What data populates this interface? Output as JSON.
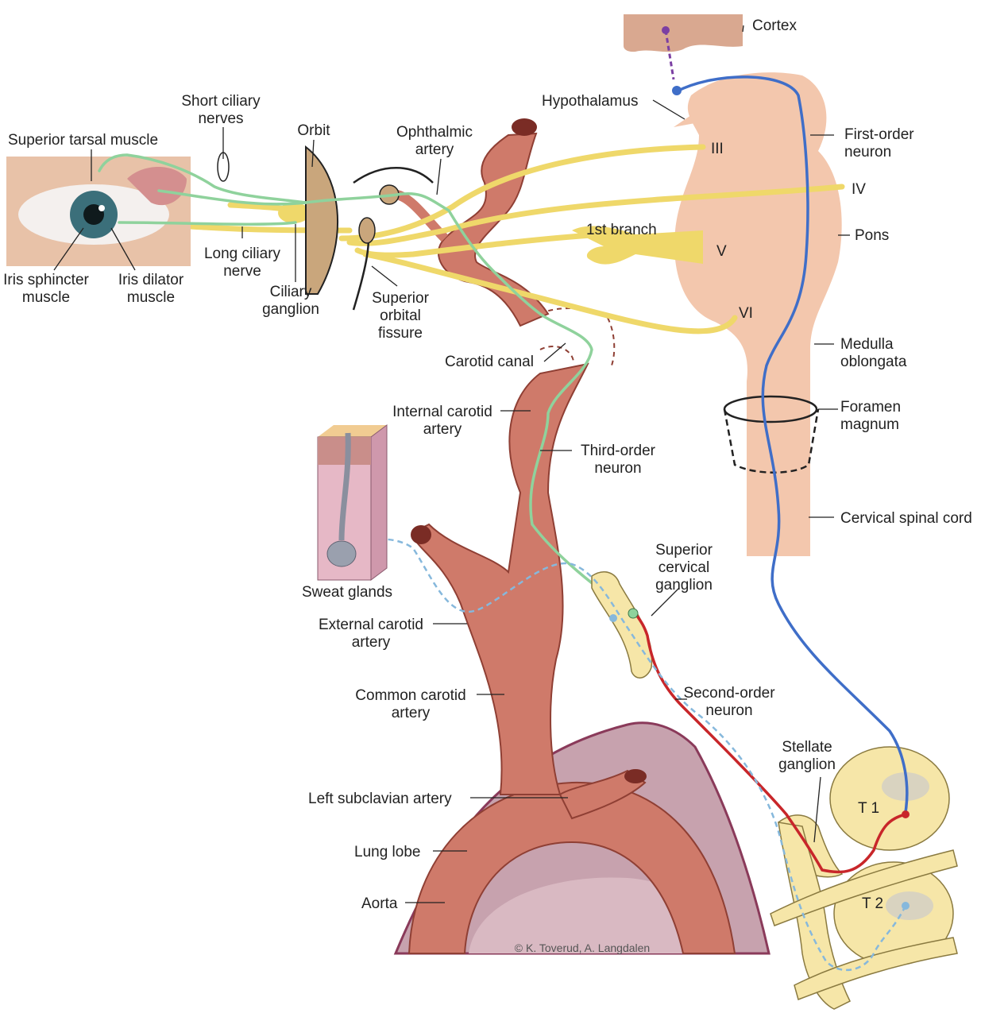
{
  "labels": {
    "cortex": "Cortex",
    "hypothalamus": "Hypothalamus",
    "short_ciliary_1": "Short ciliary",
    "short_ciliary_2": "nerves",
    "orbit": "Orbit",
    "superior_tarsal": "Superior tarsal muscle",
    "ophthalmic_1": "Ophthalmic",
    "ophthalmic_2": "artery",
    "first_order_1": "First-order",
    "first_order_2": "neuron",
    "nerve_iii": "III",
    "nerve_iv": "IV",
    "nerve_v": "V",
    "nerve_vi": "VI",
    "first_branch": "1st branch",
    "pons": "Pons",
    "long_ciliary_1": "Long ciliary",
    "long_ciliary_2": "nerve",
    "iris_sphincter_1": "Iris sphincter",
    "iris_sphincter_2": "muscle",
    "iris_dilator_1": "Iris dilator",
    "iris_dilator_2": "muscle",
    "ciliary_ganglion_1": "Ciliary",
    "ciliary_ganglion_2": "ganglion",
    "sup_orbital_1": "Superior",
    "sup_orbital_2": "orbital",
    "sup_orbital_3": "fissure",
    "carotid_canal": "Carotid canal",
    "medulla_1": "Medulla",
    "medulla_2": "oblongata",
    "internal_carotid_1": "Internal carotid",
    "internal_carotid_2": "artery",
    "foramen_1": "Foramen",
    "foramen_2": "magnum",
    "third_order_1": "Third-order",
    "third_order_2": "neuron",
    "cervical_cord": "Cervical spinal cord",
    "sweat_glands": "Sweat glands",
    "sup_cervical_1": "Superior",
    "sup_cervical_2": "cervical",
    "sup_cervical_3": "ganglion",
    "external_carotid_1": "External carotid",
    "external_carotid_2": "artery",
    "second_order_1": "Second-order",
    "second_order_2": "neuron",
    "common_carotid_1": "Common carotid",
    "common_carotid_2": "artery",
    "stellate_1": "Stellate",
    "stellate_2": "ganglion",
    "left_subclavian": "Left subclavian artery",
    "t1": "T 1",
    "lung_lobe": "Lung lobe",
    "t2": "T 2",
    "aorta": "Aorta",
    "credit": "© K. Toverud, A. Langdalen"
  },
  "colors": {
    "artery": "#cf7a6a",
    "brainstem": "#f3c7ad",
    "cranial_nerve": "#efd86a",
    "first_order": "#3f6ec8",
    "second_order": "#c8262a",
    "third_order": "#8fd29c",
    "sweat_path": "#86b8dc",
    "cortex": "#d9a890",
    "cortex_path": "#7b3fa3",
    "lung": "#c7a2ae",
    "ganglion": "#f6e6a8"
  }
}
